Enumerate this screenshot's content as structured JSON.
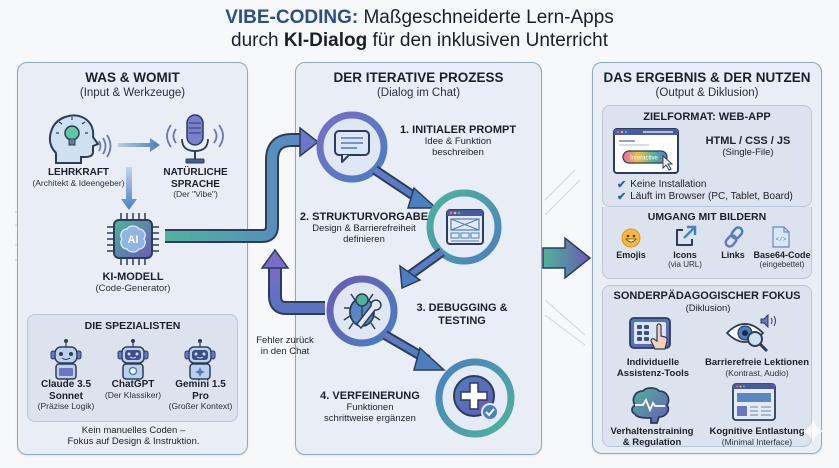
{
  "title": {
    "accent": "VIBE-CODING:",
    "line1_rest": " Maßgeschneiderte Lern-Apps",
    "line2_pre": "durch ",
    "line2_bold": "KI-Dialog",
    "line2_post": " für den inklusiven Unterricht"
  },
  "colors": {
    "title_accent": "#2a4f8a",
    "panel_bg": "#e9eef6",
    "panel_border": "#8ea6c8",
    "gradient_teal": "#4fb39a",
    "gradient_blue": "#4a7fc0",
    "gradient_purple": "#6a5bb5"
  },
  "left": {
    "title": "WAS & WOMIT",
    "subtitle": "(Input & Werkzeuge)",
    "teacher": {
      "icon": "head-lightbulb-icon",
      "label": "LEHRKRAFT",
      "sub": "(Architekt & Ideengeber)"
    },
    "speech": {
      "icon": "microphone-icon",
      "label_line1": "NATÜRLICHE",
      "label_line2": "SPRACHE",
      "sub": "(Der \"Vibe\")"
    },
    "model": {
      "icon": "ai-chip-icon",
      "chip_text": "AI",
      "label": "KI-MODELL",
      "sub": "(Code-Generator)"
    },
    "specialists": {
      "title": "DIE SPEZIALISTEN",
      "items": [
        {
          "icon": "robot-icon",
          "name_line1": "Claude 3.5",
          "name_line2": "Sonnet",
          "sub": "(Präzise Logik)"
        },
        {
          "icon": "robot-icon",
          "name_line1": "ChatGPT",
          "name_line2": "",
          "sub": "(Der Klassiker)"
        },
        {
          "icon": "robot-icon",
          "name_line1": "Gemini 1.5",
          "name_line2": "Pro",
          "sub": "(Großer Kontext)"
        }
      ]
    },
    "footer_line1": "Kein manuelles Coden –",
    "footer_line2": "Fokus auf Design & Instruktion."
  },
  "middle": {
    "title": "DER ITERATIVE PROZESS",
    "subtitle": "(Dialog im Chat)",
    "steps": [
      {
        "icon": "chat-bubble-icon",
        "title": "1. INITIALER PROMPT",
        "desc_line1": "Idee & Funktion",
        "desc_line2": "beschreiben"
      },
      {
        "icon": "wireframe-window-icon",
        "title": "2. STRUKTURVORGABE",
        "desc_line1": "Design & Barrierefreiheit",
        "desc_line2": "definieren"
      },
      {
        "icon": "bug-wrench-icon",
        "title_line1": "3. DEBUGGING &",
        "title_line2": "TESTING"
      },
      {
        "icon": "plus-check-icon",
        "title": "4. VERFEINERUNG",
        "desc_line1": "Funktionen",
        "desc_line2": "schrittweise ergänzen"
      }
    ],
    "feedback_line1": "Fehler zurück",
    "feedback_line2": "in den Chat"
  },
  "right": {
    "title": "DAS ERGEBNIS & DER NUTZEN",
    "subtitle": "(Output & Diklusion)",
    "webapp": {
      "title": "ZIELFORMAT: WEB-APP",
      "button_text": "Interactive",
      "tech": "HTML / CSS / JS",
      "tech_sub": "(Single-File)",
      "checks": [
        "Keine Installation",
        "Läuft im Browser (PC, Tablet, Board)"
      ]
    },
    "images": {
      "title": "UMGANG MIT BILDERN",
      "items": [
        {
          "icon": "emoji-smiley-icon",
          "label": "Emojis",
          "sub": ""
        },
        {
          "icon": "external-link-icon",
          "label": "Icons",
          "sub": "(via URL)"
        },
        {
          "icon": "chain-link-icon",
          "label": "Links",
          "sub": ""
        },
        {
          "icon": "code-file-icon",
          "label": "Base64-Code",
          "sub": "(eingebettet)"
        }
      ]
    },
    "focus": {
      "title": "SONDERPÄDAGOGISCHER FOKUS",
      "subtitle": "(Diklusion)",
      "items": [
        {
          "icon": "tablet-touch-icon",
          "label_line1": "Individuelle",
          "label_line2": "Assistenz-Tools",
          "sub": ""
        },
        {
          "icon": "eye-magnifier-audio-icon",
          "label_line1": "Barrierefreie Lektionen",
          "label_line2": "",
          "sub": "(Kontrast, Audio)"
        },
        {
          "icon": "brain-pulse-icon",
          "label_line1": "Verhaltenstraining",
          "label_line2": "& Regulation",
          "sub": ""
        },
        {
          "icon": "minimal-interface-icon",
          "label_line1": "Kognitive Entlastung",
          "label_line2": "",
          "sub": "(Minimal Interface)"
        }
      ]
    }
  }
}
